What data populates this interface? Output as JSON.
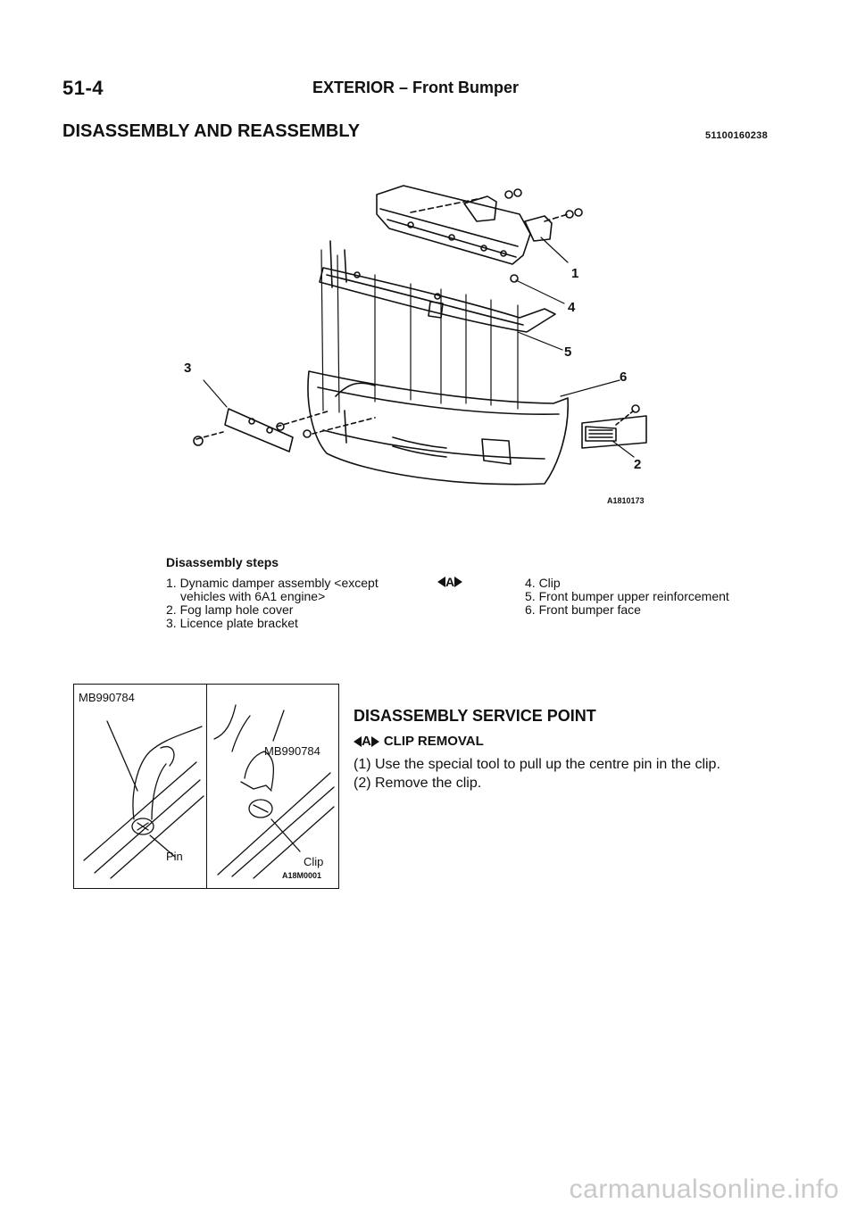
{
  "header": {
    "page_number": "51-4",
    "title": "EXTERIOR – Front Bumper"
  },
  "section": {
    "title": "DISASSEMBLY AND REASSEMBLY",
    "code": "51100160238"
  },
  "figure": {
    "callouts": [
      "1",
      "2",
      "3",
      "4",
      "5",
      "6"
    ],
    "code": "A1810173"
  },
  "disassembly": {
    "heading": "Disassembly steps",
    "steps_left": [
      "1. Dynamic damper assembly <except",
      "   vehicles with 6A1 engine>",
      "2. Fog lamp hole cover",
      "3. Licence plate bracket"
    ],
    "badge": "A",
    "steps_right": [
      "4. Clip",
      "5. Front bumper upper reinforcement",
      "6. Front bumper face"
    ]
  },
  "tool_figure": {
    "left_tool": "MB990784",
    "left_label": "Pin",
    "right_tool": "MB990784",
    "right_label": "Clip",
    "code": "A18M0001"
  },
  "service_point": {
    "title": "DISASSEMBLY SERVICE POINT",
    "badge": "A",
    "subtitle": "CLIP REMOVAL",
    "steps": [
      "(1) Use the special tool to pull up the centre pin in the clip.",
      "(2) Remove the clip."
    ]
  },
  "watermark": "carmanualsonline.info"
}
